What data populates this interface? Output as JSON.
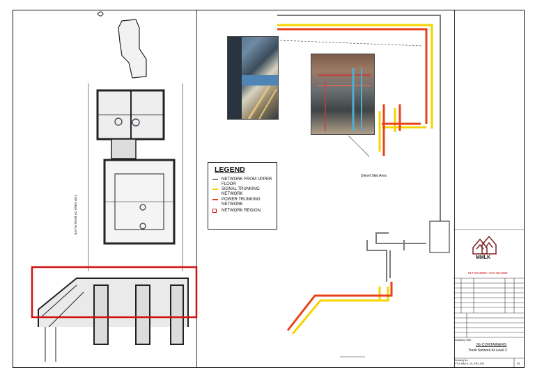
{
  "legend": {
    "title": "LEGEND",
    "items": [
      {
        "label": "NETWORK FROM UPPER FLOOR",
        "color": "#7a7a7a"
      },
      {
        "label": "SIGNAL TRUNKING NETWORK",
        "color": "#f5d400"
      },
      {
        "label": "POWER TRUNKING NETWORK",
        "color": "#e8421a"
      },
      {
        "label": "NETWORK REGION",
        "color": "#d11111"
      }
    ]
  },
  "annotations": {
    "diesel_skid": "Diesel Skid Area",
    "left_vertical": "TOP VIEW OF BASE PLATE"
  },
  "title_block": {
    "company": "MMLK",
    "phone": "017-6218890 / 014-3211680",
    "drawing_title_label": "Drawing Title :",
    "drawing_title": "JG CONTAINERS",
    "drawing_subtitle": "Trunk Network At Level 3",
    "drawing_no_label": "Drawing No. :",
    "drawing_no": "YTU_MMLK_JG_SR3_005",
    "sheet_no": "05"
  },
  "colors": {
    "signal": "#f5d400",
    "power": "#e8421a",
    "upper": "#7a7a7a",
    "region": "#d11111"
  }
}
